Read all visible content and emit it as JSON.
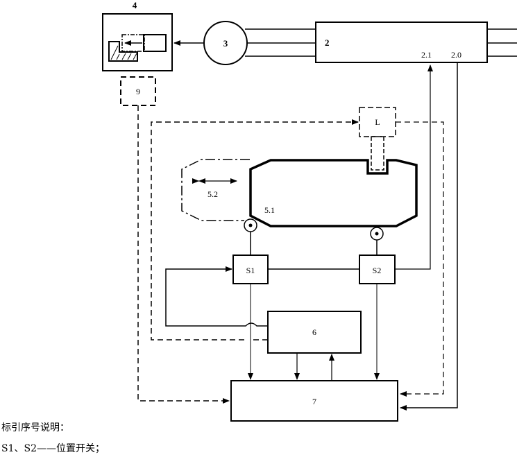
{
  "diagram": {
    "labels": {
      "block4": "4",
      "block3": "3",
      "block2": "2",
      "port21": "2.1",
      "port20": "2.0",
      "block9": "9",
      "blockL": "L",
      "part52": "5.2",
      "part51": "5.1",
      "switchS1": "S1",
      "switchS2": "S2",
      "block6": "6",
      "block7": "7"
    },
    "colors": {
      "stroke": "#000000",
      "background": "#ffffff"
    }
  },
  "legend": {
    "title": "标引序号说明：",
    "items": [
      {
        "text": "S1、S2——位置开关；"
      }
    ]
  }
}
